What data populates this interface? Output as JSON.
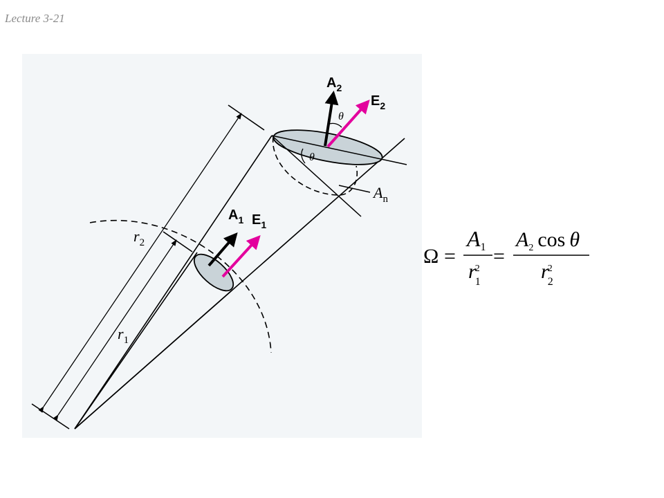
{
  "header": {
    "lecture": "Lecture 3-21"
  },
  "diagram": {
    "labels": {
      "A2": "A",
      "A2_sub": "2",
      "E2": "E",
      "E2_sub": "2",
      "theta_top": "θ",
      "theta_mid": "θ",
      "An": "A",
      "An_sub": "n",
      "A1": "A",
      "A1_sub": "1",
      "E1": "E",
      "E1_sub": "1",
      "r2": "r",
      "r2_sub": "2",
      "r1": "r",
      "r1_sub": "1"
    },
    "colors": {
      "line": "#000000",
      "ellipse_fill": "#c9d3d8",
      "arrow_E": "#e3009d",
      "background_tint": "#f1f4f6"
    }
  },
  "equation": {
    "omega": "Ω",
    "eq1": "=",
    "num1": "A",
    "num1_sub": "1",
    "den1": "r",
    "den1_sub": "1",
    "den1_sup": "2",
    "eq2": "=",
    "num2": "A",
    "num2_sub": "2",
    "num2_rest": "cos",
    "num2_theta": "θ",
    "den2": "r",
    "den2_sub": "2",
    "den2_sup": "2"
  }
}
